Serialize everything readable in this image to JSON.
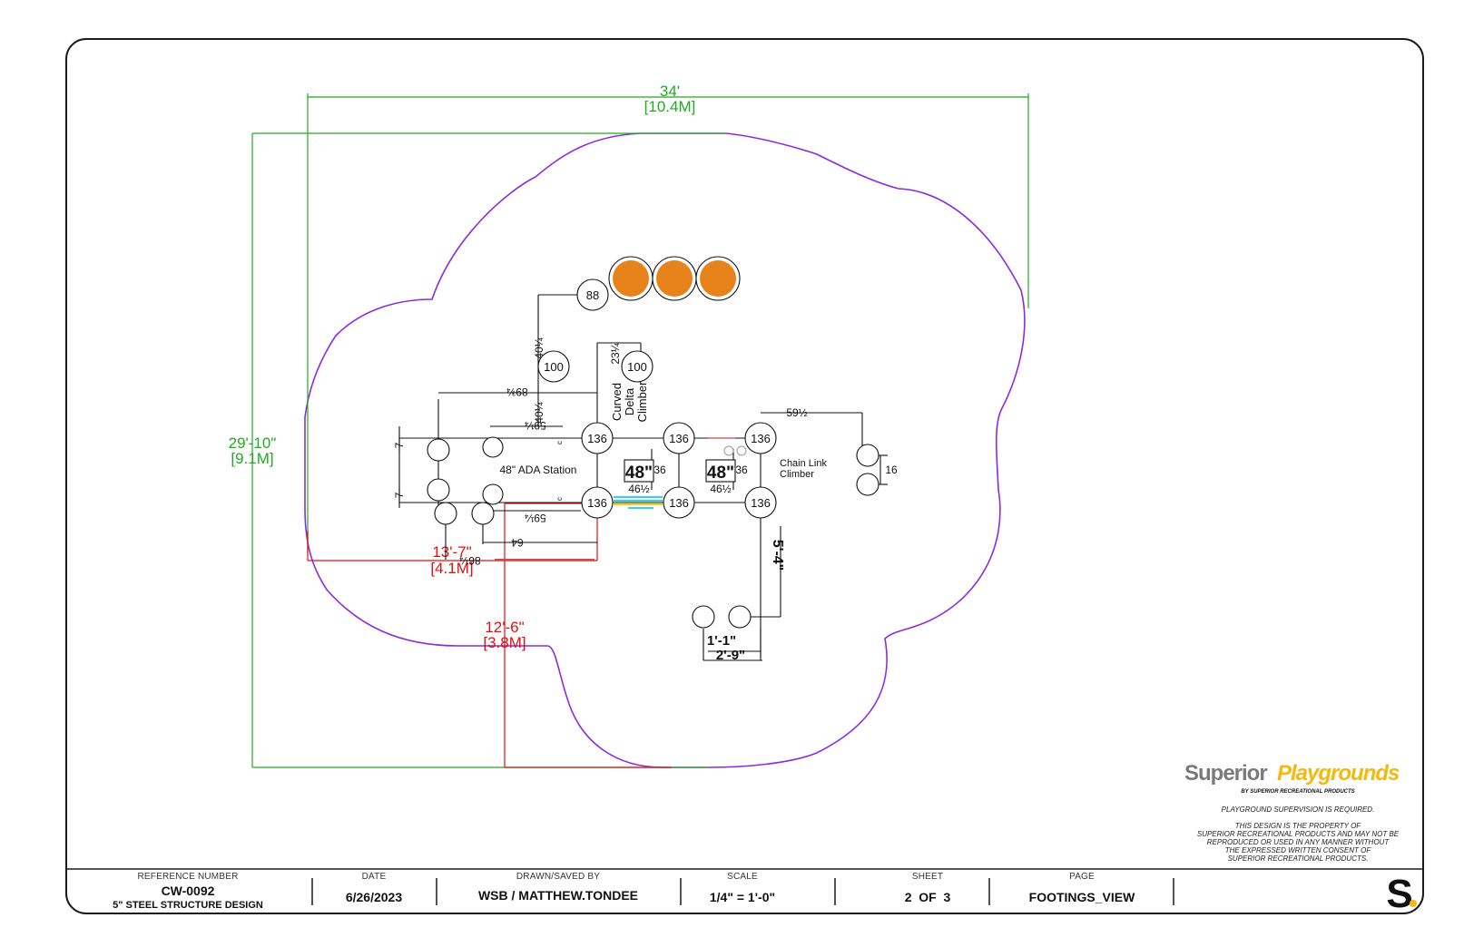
{
  "dimensions": {
    "overall_width": "34'",
    "overall_width_m": "[10.4M]",
    "overall_depth": "29'-10\"",
    "overall_depth_m": "[9.1M]",
    "offset_x": "13'-7\"",
    "offset_x_m": "[4.1M]",
    "offset_y": "12'-6\"",
    "offset_y_m": "[3.8M]",
    "spring_offset": "5'-4\"",
    "spring_gap": "1'-1\"",
    "spring_span": "2'-9\""
  },
  "footings": {
    "post_136": "136",
    "post_100": "100",
    "post_88": "88"
  },
  "cad_dims": {
    "d_40a": "40¼",
    "d_40b": "40¼",
    "d_23": "23¼",
    "d_89": "89¾",
    "d_59a": "59¼",
    "d_59b": "59¼",
    "d_64": "64",
    "d_86": "86¼",
    "d_59half": "59½",
    "d_16": "16",
    "d_7a": "7",
    "d_7b": "7",
    "d_36a": "36",
    "d_36b": "36",
    "d_46a": "46½",
    "d_46b": "46½",
    "deck_a": "48\"",
    "deck_b": "48\""
  },
  "labels": {
    "ada": "48\" ADA Station",
    "curved_1": "Curved",
    "curved_2": "Delta",
    "curved_3": "Climber",
    "chain_1": "Chain Link",
    "chain_2": "Climber"
  },
  "brand": {
    "name_a": "Superior",
    "name_b": "Playgrounds",
    "by": "BY SUPERIOR RECREATIONAL PRODUCTS",
    "supervision": "PLAYGROUND SUPERVISION IS REQUIRED.",
    "legal_1": "THIS DESIGN IS THE PROPERTY OF",
    "legal_2": "SUPERIOR RECREATIONAL PRODUCTS AND MAY NOT BE",
    "legal_3": "REPRODUCED OR USED IN ANY MANNER WITHOUT",
    "legal_4": "THE EXPRESSED WRITTEN CONSENT OF",
    "legal_5": "SUPERIOR RECREATIONAL PRODUCTS.",
    "mark": "S"
  },
  "title_block": {
    "ref_label": "REFERENCE NUMBER",
    "ref_value": "CW-0092",
    "ref_sub": "5\" STEEL STRUCTURE DESIGN",
    "date_label": "DATE",
    "date_value": "6/26/2023",
    "drawn_label": "DRAWN/SAVED BY",
    "drawn_value": "WSB / MATTHEW.TONDEE",
    "scale_label": "SCALE",
    "scale_value": "1/4\" = 1'-0\"",
    "sheet_label": "SHEET",
    "sheet_value": "2  OF  3",
    "page_label": "PAGE",
    "page_value": "FOOTINGS_VIEW"
  },
  "colors": {
    "border": "#1a1a1a",
    "boundary": "#8a2be2",
    "dim_green": "#22aa22",
    "dim_red": "#e01010",
    "footing_fill": "#e8821a",
    "brand_gray": "#7a7a7a",
    "brand_yellow": "#f2b90f"
  }
}
